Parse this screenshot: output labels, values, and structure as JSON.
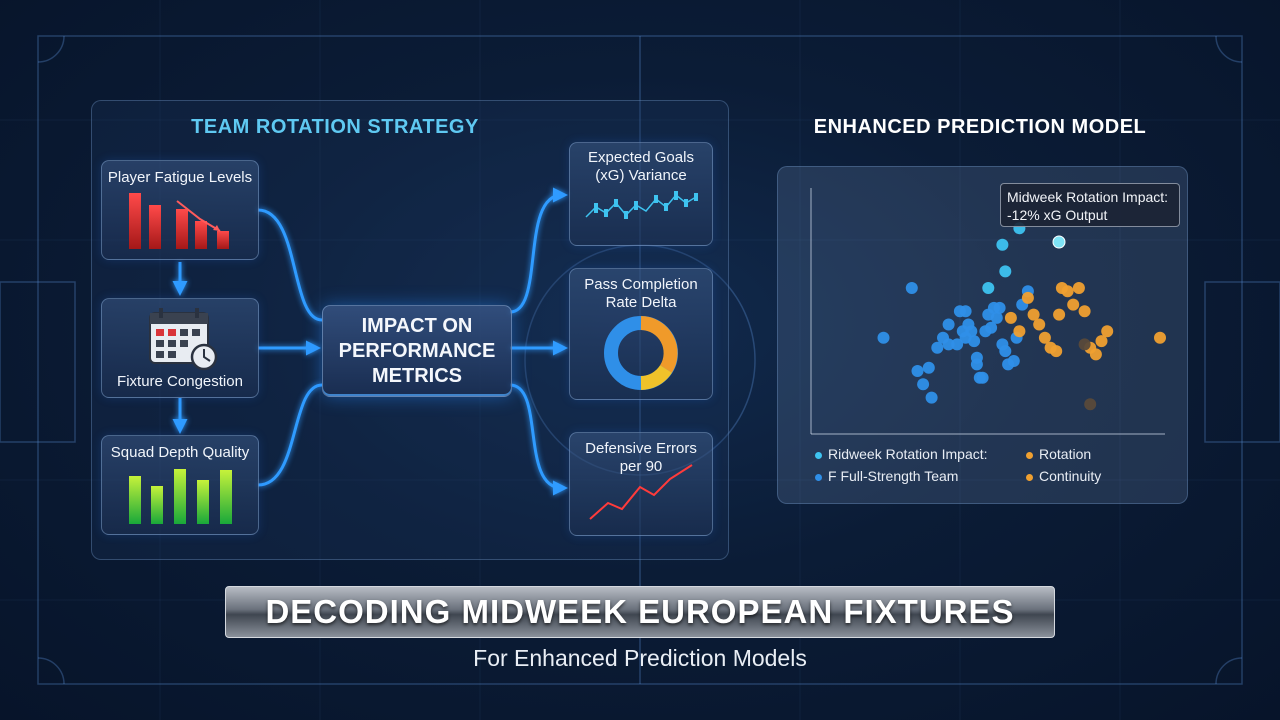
{
  "left_section": {
    "title": "TEAM ROTATION STRATEGY",
    "inputs": [
      {
        "label": "Player Fatigue Levels",
        "icon": "bar-chart-decline-icon"
      },
      {
        "label": "Fixture Congestion",
        "icon": "calendar-clock-icon"
      },
      {
        "label": "Squad Depth Quality",
        "icon": "bar-chart-green-icon"
      }
    ],
    "center": {
      "label": "IMPACT ON\nPERFORMANCE\nMETRICS"
    },
    "outputs": [
      {
        "label_line1": "Expected Goals",
        "label_line2": "(xG) Variance",
        "icon": "candlestick-icon"
      },
      {
        "label_line1": "Pass Completion",
        "label_line2": "Rate Delta",
        "icon": "donut-chart-icon"
      },
      {
        "label_line1": "Defensive Errors",
        "label_line2": "per 90",
        "icon": "line-trend-icon"
      }
    ]
  },
  "right_section": {
    "title": "ENHANCED PREDICTION MODEL",
    "tooltip": {
      "line1": "Midweek Rotation Impact:",
      "line2": "-12% xG Output"
    },
    "legend": [
      {
        "label": "Ridweek Rotation Impact:",
        "color": "#3ec3f0"
      },
      {
        "label": "F Full-Strength Team",
        "color": "#2f8fe8"
      },
      {
        "label": "Rotation",
        "color": "#f0a030"
      },
      {
        "label": "Continuity",
        "color": "#f0a030"
      }
    ]
  },
  "chart_data": {
    "type": "scatter",
    "title": "",
    "xlabel": "",
    "ylabel": "",
    "xlim": [
      0,
      100
    ],
    "ylim": [
      0,
      100
    ],
    "grid": false,
    "series": [
      {
        "name": "F Full-Strength Team",
        "color": "#2f8fe8",
        "points": [
          [
            15,
            38
          ],
          [
            25,
            53
          ],
          [
            27,
            28
          ],
          [
            29,
            24
          ],
          [
            31,
            29
          ],
          [
            32,
            20
          ],
          [
            34,
            35
          ],
          [
            36,
            38
          ],
          [
            38,
            42
          ],
          [
            38,
            36
          ],
          [
            41,
            36
          ],
          [
            42,
            46
          ],
          [
            43,
            40
          ],
          [
            44,
            46
          ],
          [
            44,
            38
          ],
          [
            45,
            42
          ],
          [
            46,
            40
          ],
          [
            47,
            37
          ],
          [
            48,
            32
          ],
          [
            48,
            30
          ],
          [
            49,
            26
          ],
          [
            50,
            26
          ],
          [
            51,
            40
          ],
          [
            52,
            45
          ],
          [
            53,
            41
          ],
          [
            54,
            47
          ],
          [
            55,
            44
          ],
          [
            56,
            47
          ],
          [
            57,
            36
          ],
          [
            58,
            34
          ],
          [
            59,
            30
          ],
          [
            61,
            31
          ],
          [
            62,
            38
          ],
          [
            64,
            48
          ],
          [
            66,
            52
          ]
        ]
      },
      {
        "name": "Ridweek Rotation Impact:",
        "color": "#3ec3f0",
        "points": [
          [
            57,
            66
          ],
          [
            63,
            71
          ],
          [
            52,
            53
          ],
          [
            58,
            58
          ]
        ]
      },
      {
        "name": "Rotation",
        "color": "#f0a030",
        "points": [
          [
            60,
            44
          ],
          [
            63,
            40
          ],
          [
            66,
            50
          ],
          [
            68,
            45
          ],
          [
            70,
            42
          ],
          [
            72,
            38
          ],
          [
            74,
            35
          ],
          [
            76,
            34
          ],
          [
            77,
            45
          ],
          [
            78,
            53
          ],
          [
            80,
            52
          ],
          [
            82,
            48
          ],
          [
            84,
            53
          ],
          [
            86,
            46
          ],
          [
            88,
            35
          ],
          [
            90,
            33
          ],
          [
            92,
            37
          ],
          [
            94,
            40
          ],
          [
            115,
            38
          ]
        ]
      },
      {
        "name": "Continuity",
        "color": "#5a4a3a",
        "points": [
          [
            88,
            18
          ],
          [
            86,
            36
          ]
        ]
      }
    ]
  },
  "banner": {
    "title": "DECODING MIDWEEK EUROPEAN FIXTURES",
    "subtitle": "For Enhanced Prediction Models"
  }
}
